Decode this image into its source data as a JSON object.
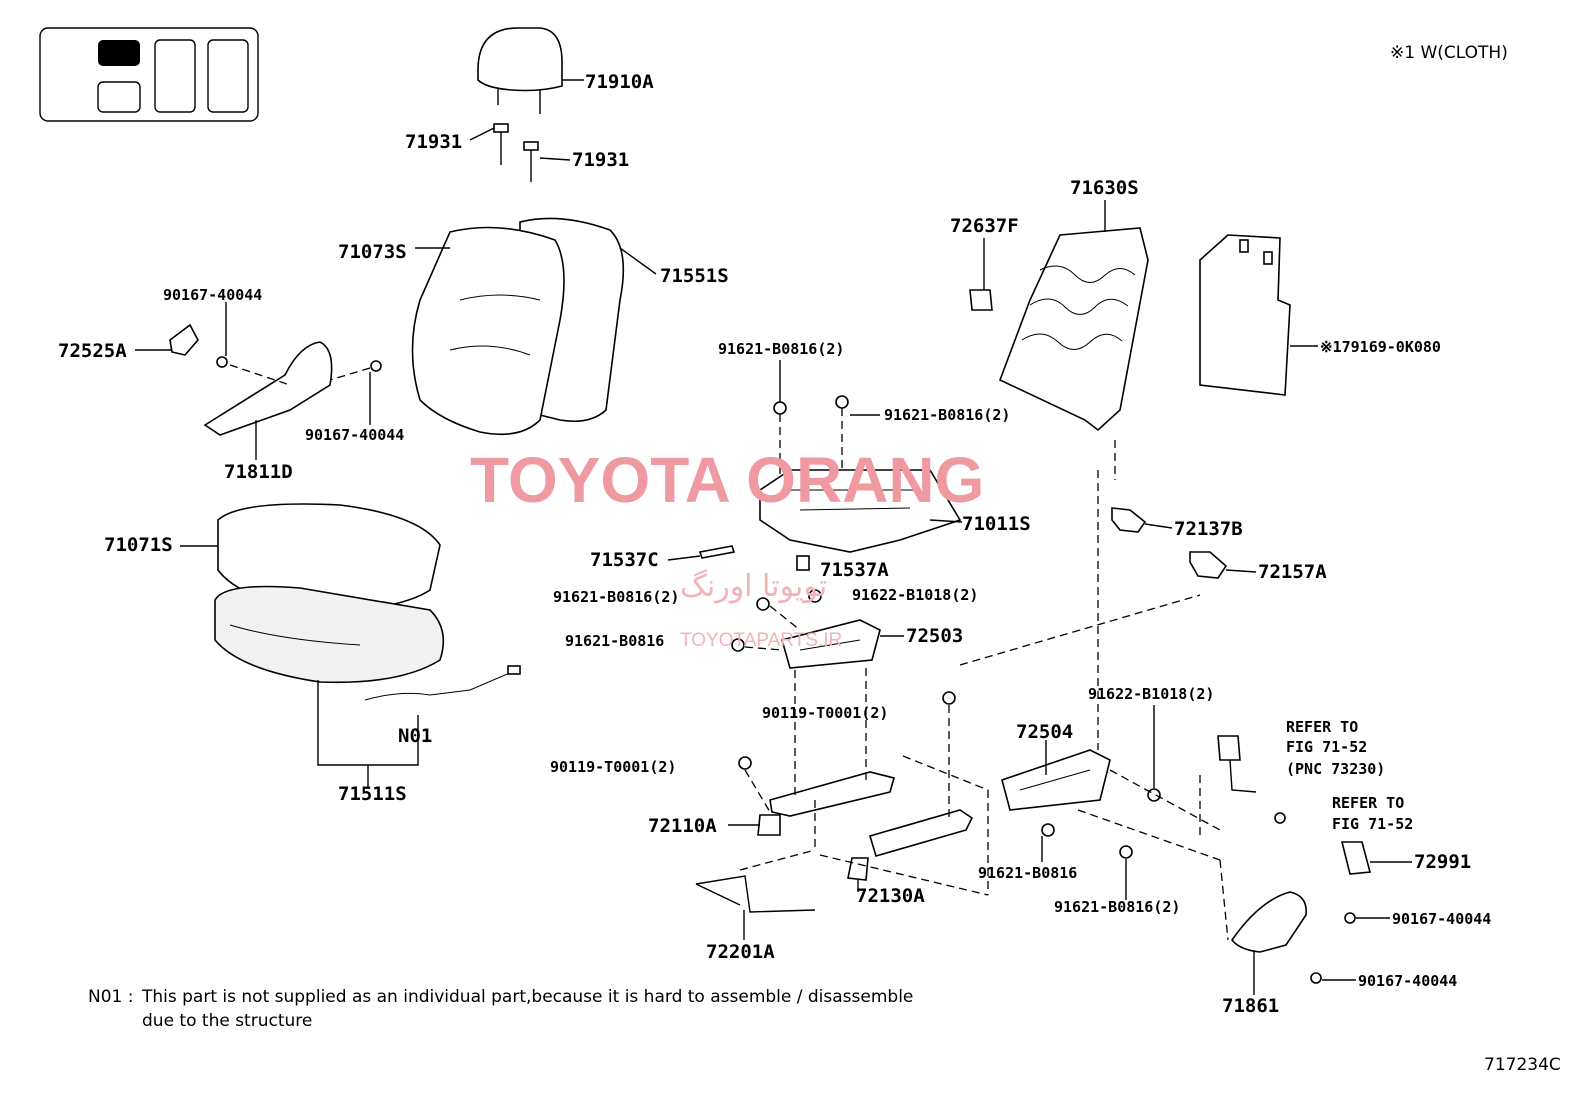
{
  "header": {
    "variant_note": "※1 W(CLOTH)",
    "figure_code": "717234C"
  },
  "watermark": {
    "main": "TOYOTA ORANG",
    "persian": "تویوتا اورنگ",
    "sub": "TOYOTAPARTS.IR"
  },
  "labels": {
    "p71910A": "71910A",
    "p71931a": "71931",
    "p71931b": "71931",
    "p71073S": "71073S",
    "p71551S": "71551S",
    "p90167_40044_a": "90167-40044",
    "p72525A": "72525A",
    "p90167_40044_b": "90167-40044",
    "p71811D": "71811D",
    "p71071S": "71071S",
    "pN01": "N01",
    "p71511S": "71511S",
    "p71630S": "71630S",
    "p72637F": "72637F",
    "p179169": "※179169-0K080",
    "p91621_B0816_2a": "91621-B0816(2)",
    "p91621_B0816_2b": "91621-B0816(2)",
    "p71011S": "71011S",
    "p72137B": "72137B",
    "p72157A": "72157A",
    "p71537C": "71537C",
    "p71537A": "71537A",
    "p91621_B0816_2c": "91621-B0816(2)",
    "p91622_B1018_2a": "91622-B1018(2)",
    "p91621_B0816_a": "91621-B0816",
    "p72503": "72503",
    "p90119_T0001_2a": "90119-T0001(2)",
    "p91622_B1018_2b": "91622-B1018(2)",
    "p72504": "72504",
    "p90119_T0001_2b": "90119-T0001(2)",
    "p72110A": "72110A",
    "p72130A": "72130A",
    "p91621_B0816_b": "91621-B0816",
    "p91621_B0816_2d": "91621-B0816(2)",
    "p72201A": "72201A",
    "refer1_line1": "REFER TO",
    "refer1_line2": "FIG 71-52",
    "refer1_line3": "(PNC 73230)",
    "refer2_line1": "REFER TO",
    "refer2_line2": "FIG 71-52",
    "p72991": "72991",
    "p90167_40044_c": "90167-40044",
    "p90167_40044_d": "90167-40044",
    "p71861": "71861"
  },
  "footnote": {
    "code": "N01 :",
    "line1": "This part is not supplied as an individual part,because it is hard to assemble / disassemble",
    "line2": "due to the structure"
  },
  "colors": {
    "line": "#000000",
    "watermark": "#ef9aa0",
    "locator_fill": "#000000"
  }
}
